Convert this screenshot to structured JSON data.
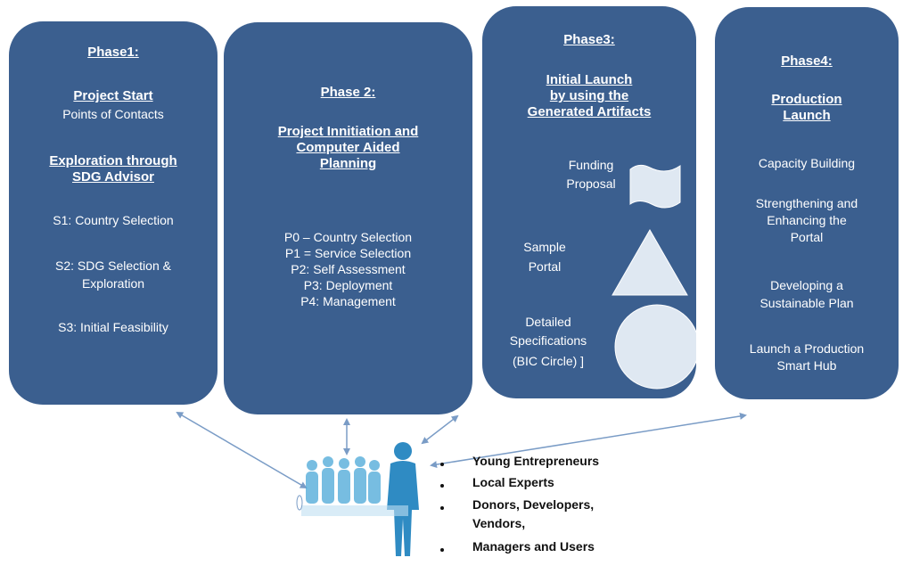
{
  "colors": {
    "box": "#3b5f8f",
    "arrow": "#7a9cc6",
    "shape": "#dfe8f2",
    "people": "#4aa8d8"
  },
  "phase1": {
    "title": "Phase1:",
    "heading1": "Project Start",
    "subtitle": "Points of Contacts",
    "heading2a": "Exploration through",
    "heading2b": "SDG Advisor",
    "s1": "S1: Country Selection",
    "s2a": "S2: SDG Selection &",
    "s2b": "Exploration",
    "s3": "S3: Initial Feasibility"
  },
  "phase2": {
    "title": "Phase 2:",
    "heading_a": "Project Innitiation and",
    "heading_b": "Computer Aided",
    "heading_c": "Planning",
    "items": [
      "P0 – Country Selection",
      "P1 =  Service Selection",
      "P2: Self Assessment",
      "P3: Deployment",
      "P4: Management"
    ]
  },
  "phase3": {
    "title": "Phase3:",
    "heading_a": "Initial  Launch",
    "heading_b": "by using the",
    "heading_c": "Generated Artifacts",
    "artifact1_a": "Funding",
    "artifact1_b": "Proposal",
    "artifact2_a": "Sample",
    "artifact2_b": "Portal",
    "artifact3_a": "Detailed",
    "artifact3_b": "Specifications",
    "artifact3_c": "(BIC Circle)",
    "artifact3_mark": "]",
    "shape_icons": [
      "wavy-document-icon",
      "triangle-icon",
      "circle-icon"
    ]
  },
  "phase4": {
    "title": "Phase4:",
    "heading_a": "Production",
    "heading_b": "Launch",
    "item1": "Capacity Building",
    "item2a": "Strengthening and",
    "item2b": "Enhancing the",
    "item2c": "Portal",
    "item3a": "Developing a",
    "item3b": "Sustainable Plan",
    "item4a": "Launch a Production",
    "item4b": "Smart Hub"
  },
  "stakeholders": {
    "icon": "people-group-icon",
    "items": [
      "Young Entrepreneurs",
      "Local Experts",
      "Donors,  Developers,",
      "Vendors,",
      "Managers and Users"
    ]
  }
}
